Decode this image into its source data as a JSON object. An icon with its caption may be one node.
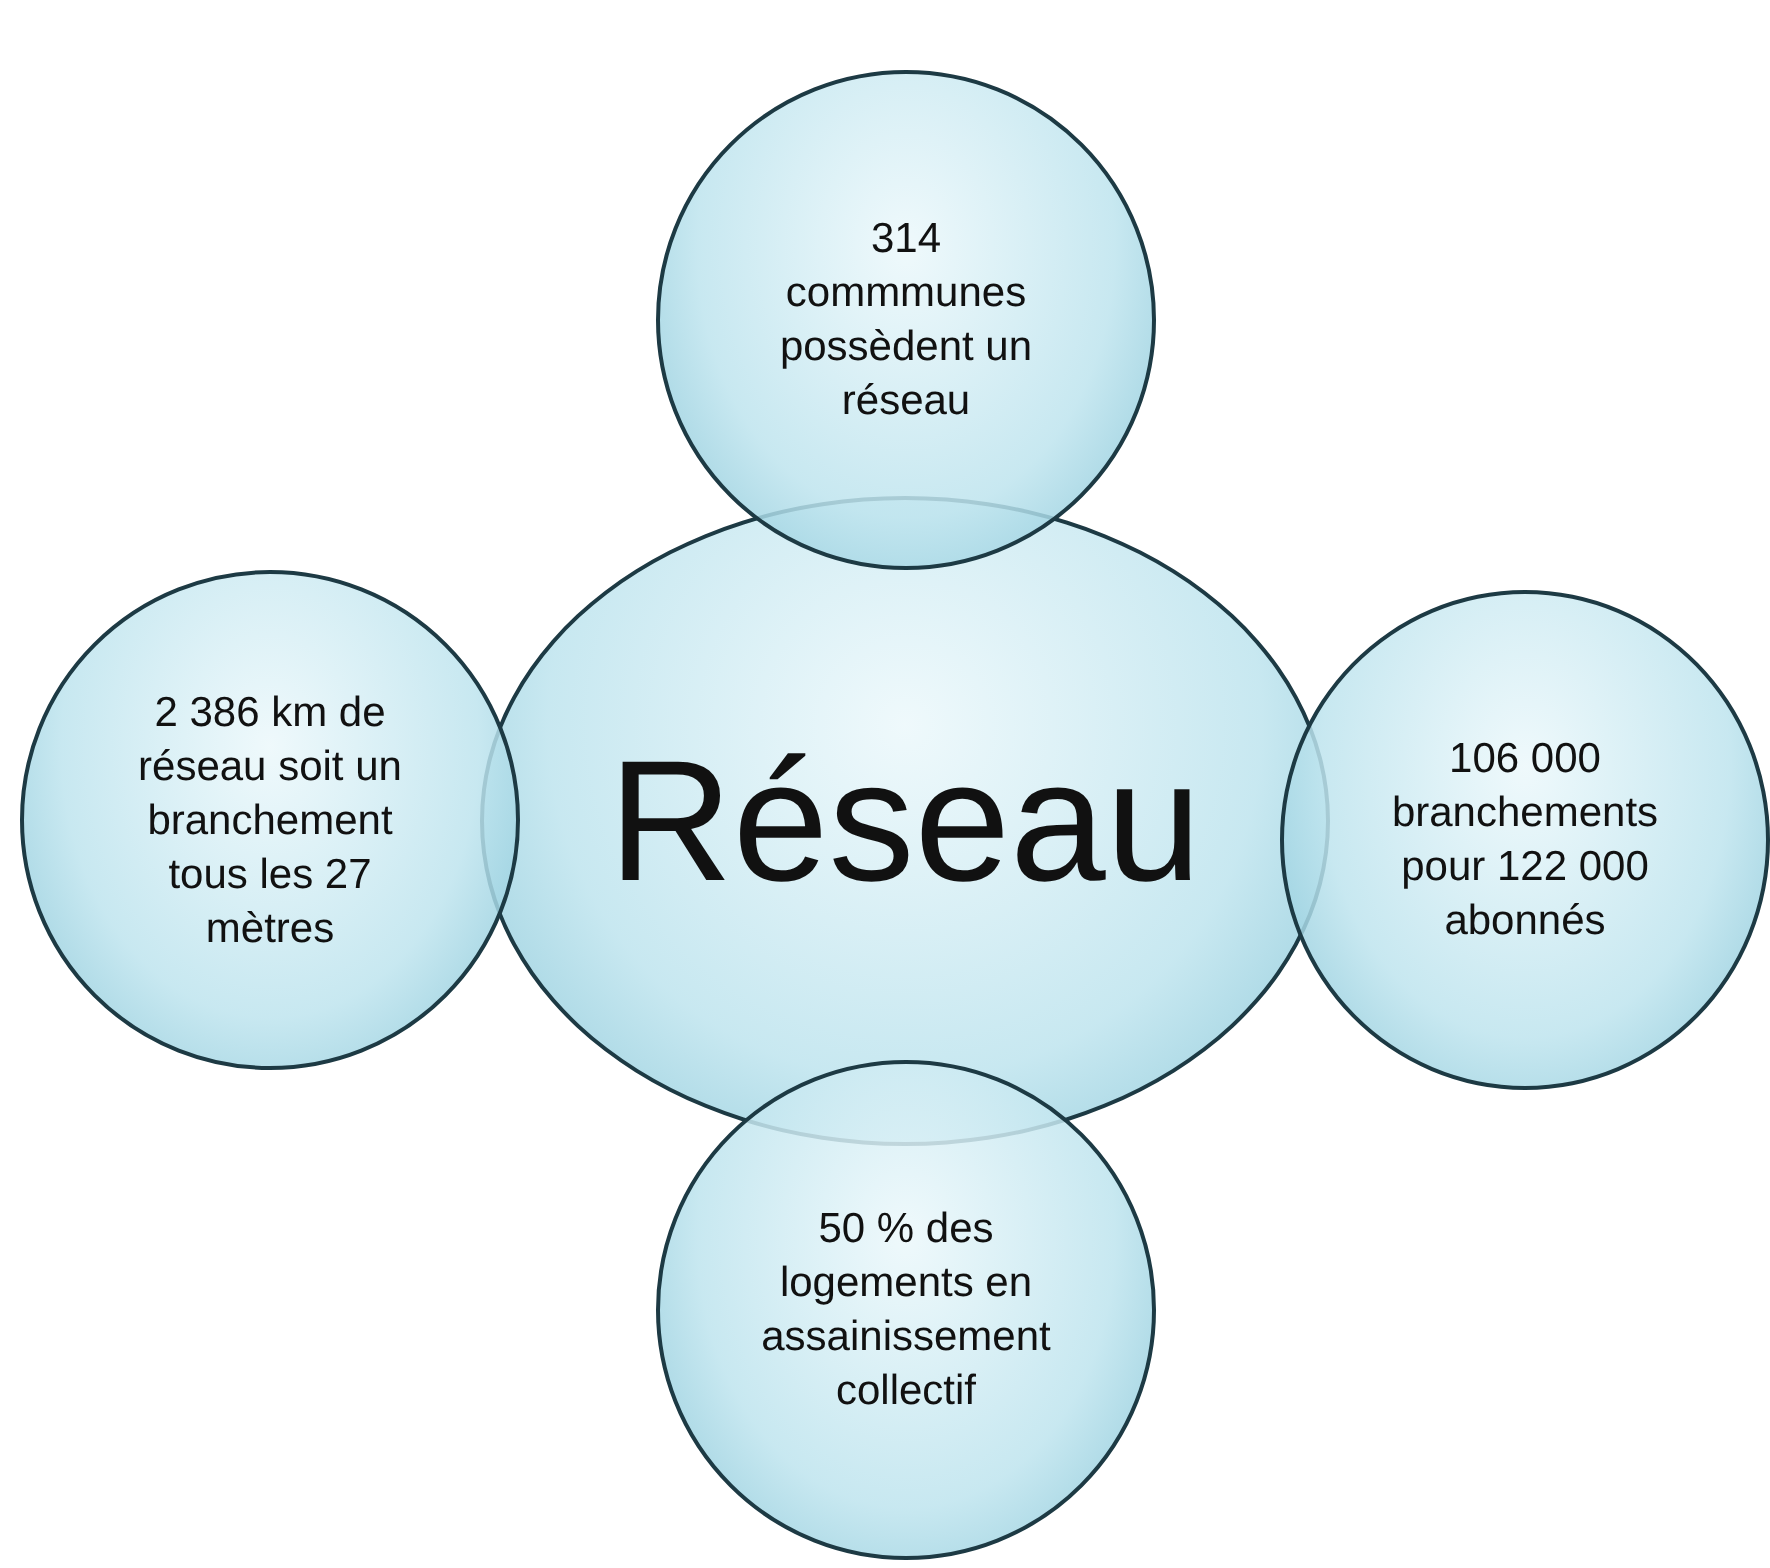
{
  "diagram": {
    "nodes": [
      {
        "text": [
          "314 commmunes possèdent un réseau"
        ]
      },
      {
        "text": [
          "2 386 km de réseau soit un branchement tous les 27 mètres"
        ]
      },
      {
        "text": [
          "Réseau"
        ]
      },
      {
        "text": [
          "106 000 branchements pour 122 000 abonnés"
        ]
      },
      {
        "text": [
          "50 % des logements en assainissement collectif"
        ]
      }
    ]
  }
}
